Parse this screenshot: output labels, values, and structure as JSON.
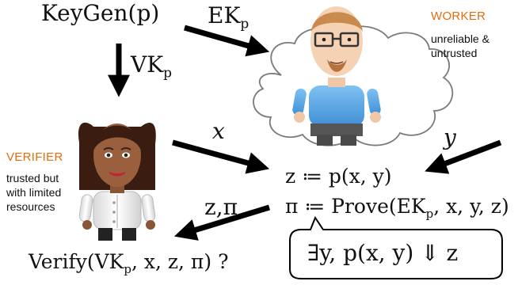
{
  "keygen": "KeyGen(p)",
  "ek_label": {
    "base": "EK",
    "sub": "p"
  },
  "vk_label": {
    "base": "VK",
    "sub": "p"
  },
  "x_label": "x",
  "y_label": "y",
  "zpi_label": "z,π",
  "worker": {
    "title": "WORKER",
    "desc_line1": "unreliable &",
    "desc_line2": "untrusted"
  },
  "verifier": {
    "title": "VERIFIER",
    "desc_line1": "trusted but",
    "desc_line2": "with limited",
    "desc_line3": "resources"
  },
  "compute": {
    "line1": "z ≔ p(x, y)",
    "line2_prefix": "π ≔ Prove(EK",
    "line2_sub": "p",
    "line2_suffix": ", x, y, z)"
  },
  "callout": "∃y, p(x, y) ⇓ z",
  "verify": {
    "prefix": "Verify(VK",
    "sub": "p",
    "suffix": ", x, z, π) ?"
  },
  "colors": {
    "accent": "#e46c0a",
    "arrow": "#000000"
  }
}
